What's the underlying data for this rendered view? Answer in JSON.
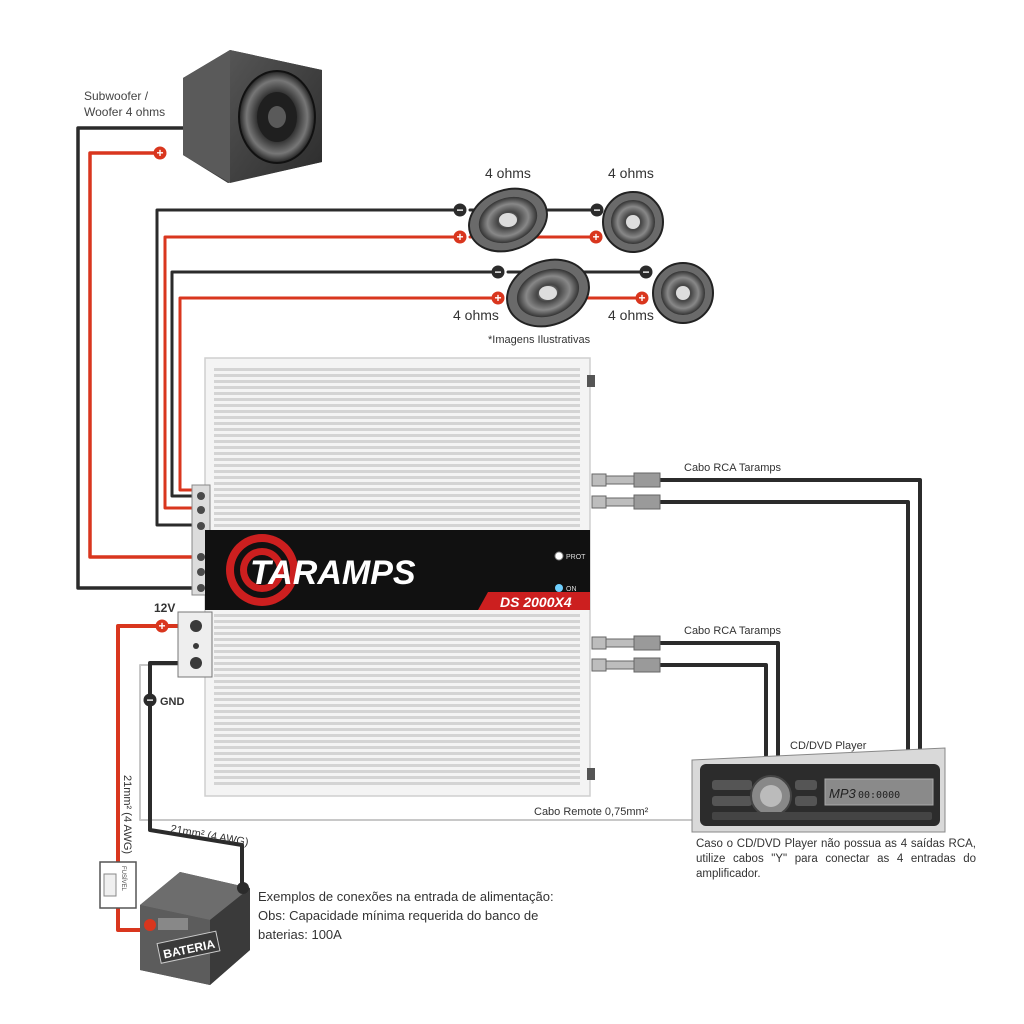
{
  "labels": {
    "subwoofer_line1": "Subwoofer /",
    "subwoofer_line2": "Woofer 4 ohms",
    "speaker_tl": "4 ohms",
    "speaker_tr": "4 ohms",
    "speaker_bl": "4 ohms",
    "speaker_br": "4 ohms",
    "images_note": "*Imagens Ilustrativas",
    "rca_top": "Cabo RCA Taramps",
    "rca_bottom": "Cabo RCA Taramps",
    "cd_player": "CD/DVD Player",
    "remote_cable": "Cabo Remote 0,75mm²",
    "cable_vertical": "21mm² (4 AWG)",
    "cable_diag": "21mm² (4 AWG)",
    "v12": "12V",
    "gnd": "GND",
    "brand": "TARAMPS",
    "model": "DS 2000X4",
    "led_prot": "PROT",
    "led_on": "ON",
    "mp3_display": "00:0000",
    "mp3_tag": "MP3",
    "battery": "BATERIA",
    "fuse": "FUSÍVEL"
  },
  "notes": {
    "power_title": "Exemplos de conexões na entrada de alimentação:",
    "power_text": "Obs: Capacidade mínima requerida do banco de baterias: 100A",
    "rca_note": "Caso o CD/DVD Player não possua as 4 saídas RCA, utilize cabos \"Y\" para conectar as 4 entradas do amplificador."
  },
  "colors": {
    "positive_wire": "#d9361e",
    "negative_wire": "#2b2b2b",
    "amp_body": "#f2f2f2",
    "amp_band": "#111111",
    "brand_red": "#cc1f1f",
    "remote_wire": "#c8c8c8"
  }
}
